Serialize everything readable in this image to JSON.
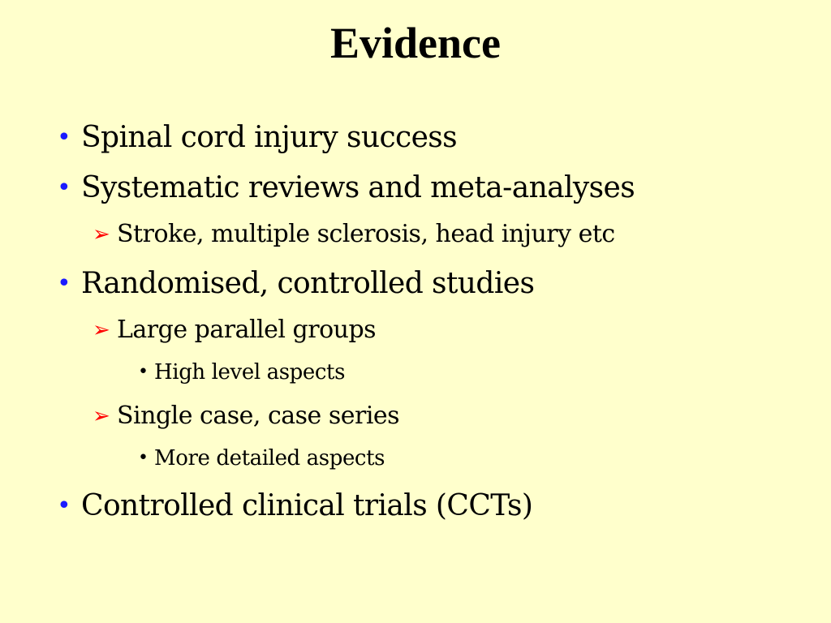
{
  "slide": {
    "title": "Evidence",
    "bullets": [
      {
        "level": 1,
        "text": "Spinal cord injury success"
      },
      {
        "level": 1,
        "text": "Systematic reviews and meta-analyses"
      },
      {
        "level": 2,
        "text": "Stroke, multiple sclerosis, head injury etc"
      },
      {
        "level": 1,
        "text": "Randomised, controlled studies"
      },
      {
        "level": 2,
        "text": "Large parallel groups"
      },
      {
        "level": 3,
        "text": "High level aspects"
      },
      {
        "level": 2,
        "text": "Single case, case series"
      },
      {
        "level": 3,
        "text": "More detailed aspects"
      },
      {
        "level": 1,
        "text": "Controlled clinical trials (CCTs)"
      }
    ]
  },
  "markers": {
    "level1": "•",
    "level2": "➢",
    "level3": "•"
  },
  "colors": {
    "background": "#ffffcc",
    "level1_marker": "#1a1aff",
    "level2_marker": "#ff0000",
    "level3_marker": "#000000"
  }
}
